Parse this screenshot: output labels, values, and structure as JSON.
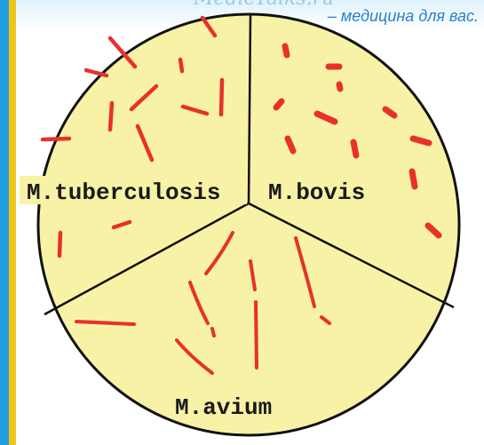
{
  "header": {
    "site_title": "MedicTalks.ru",
    "tagline": "– медицина для вас."
  },
  "diagram": {
    "sectors": [
      {
        "label": "M.tuberculosis"
      },
      {
        "label": "M.bovis"
      },
      {
        "label": "M.avium"
      }
    ]
  },
  "colors": {
    "circle_fill": "#f8f2a6",
    "bacteria": "#e8312b",
    "outline": "#111111",
    "accent_blue": "#1f9ee0",
    "accent_gold": "#f1c41a"
  }
}
